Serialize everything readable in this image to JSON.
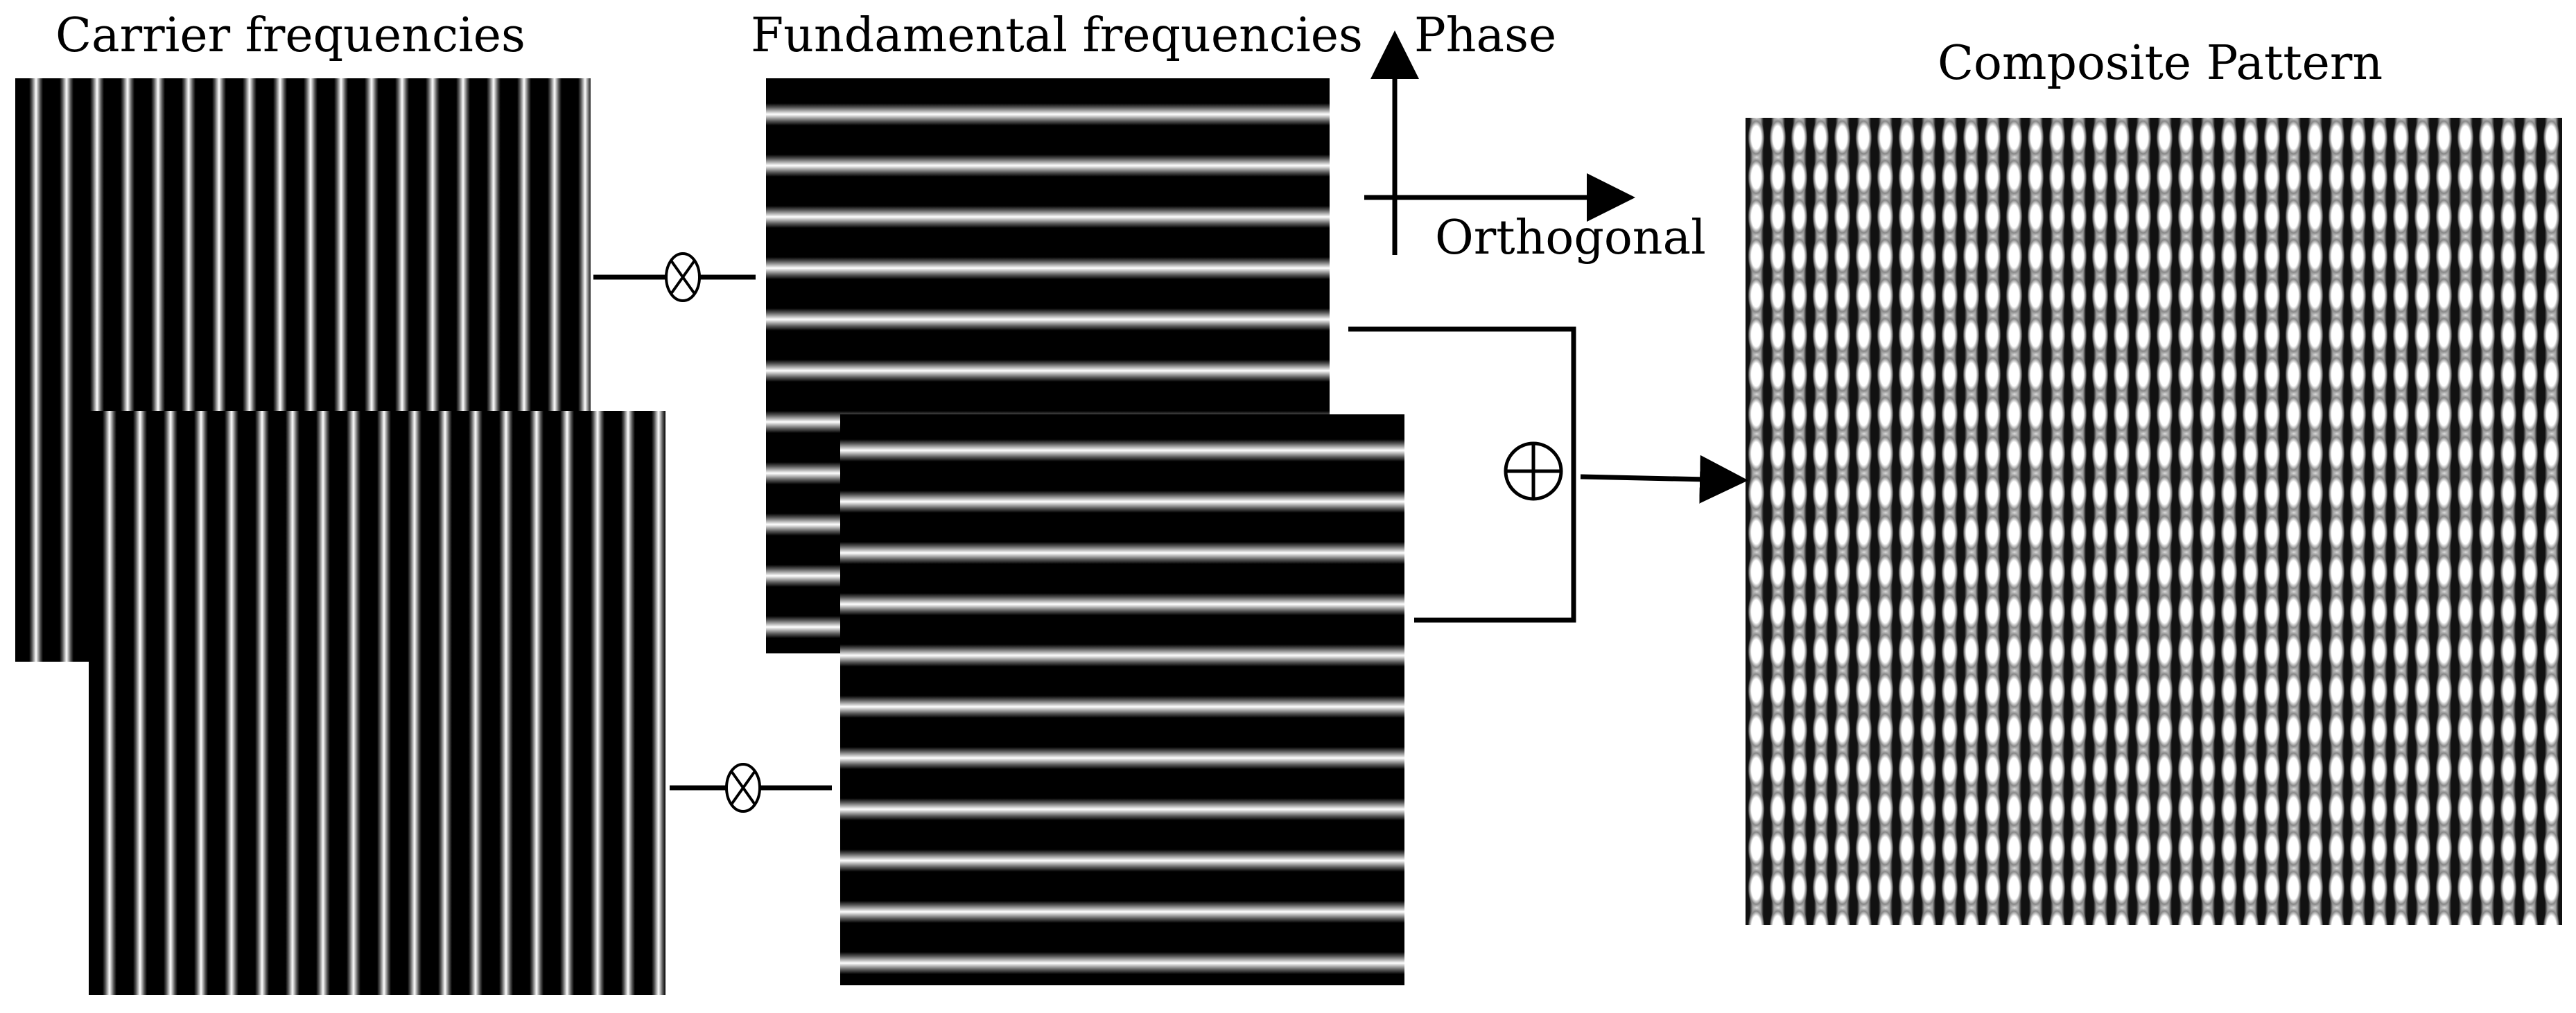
{
  "labels": {
    "carrier": "Carrier frequencies",
    "fundamental": "Fundamental frequencies",
    "phase": "Phase",
    "orthogonal": "Orthogonal",
    "composite": "Composite Pattern"
  },
  "operators": {
    "multiply": "⊗",
    "add": "⊕"
  },
  "colors": {
    "ink": "#000000",
    "background": "#ffffff"
  }
}
